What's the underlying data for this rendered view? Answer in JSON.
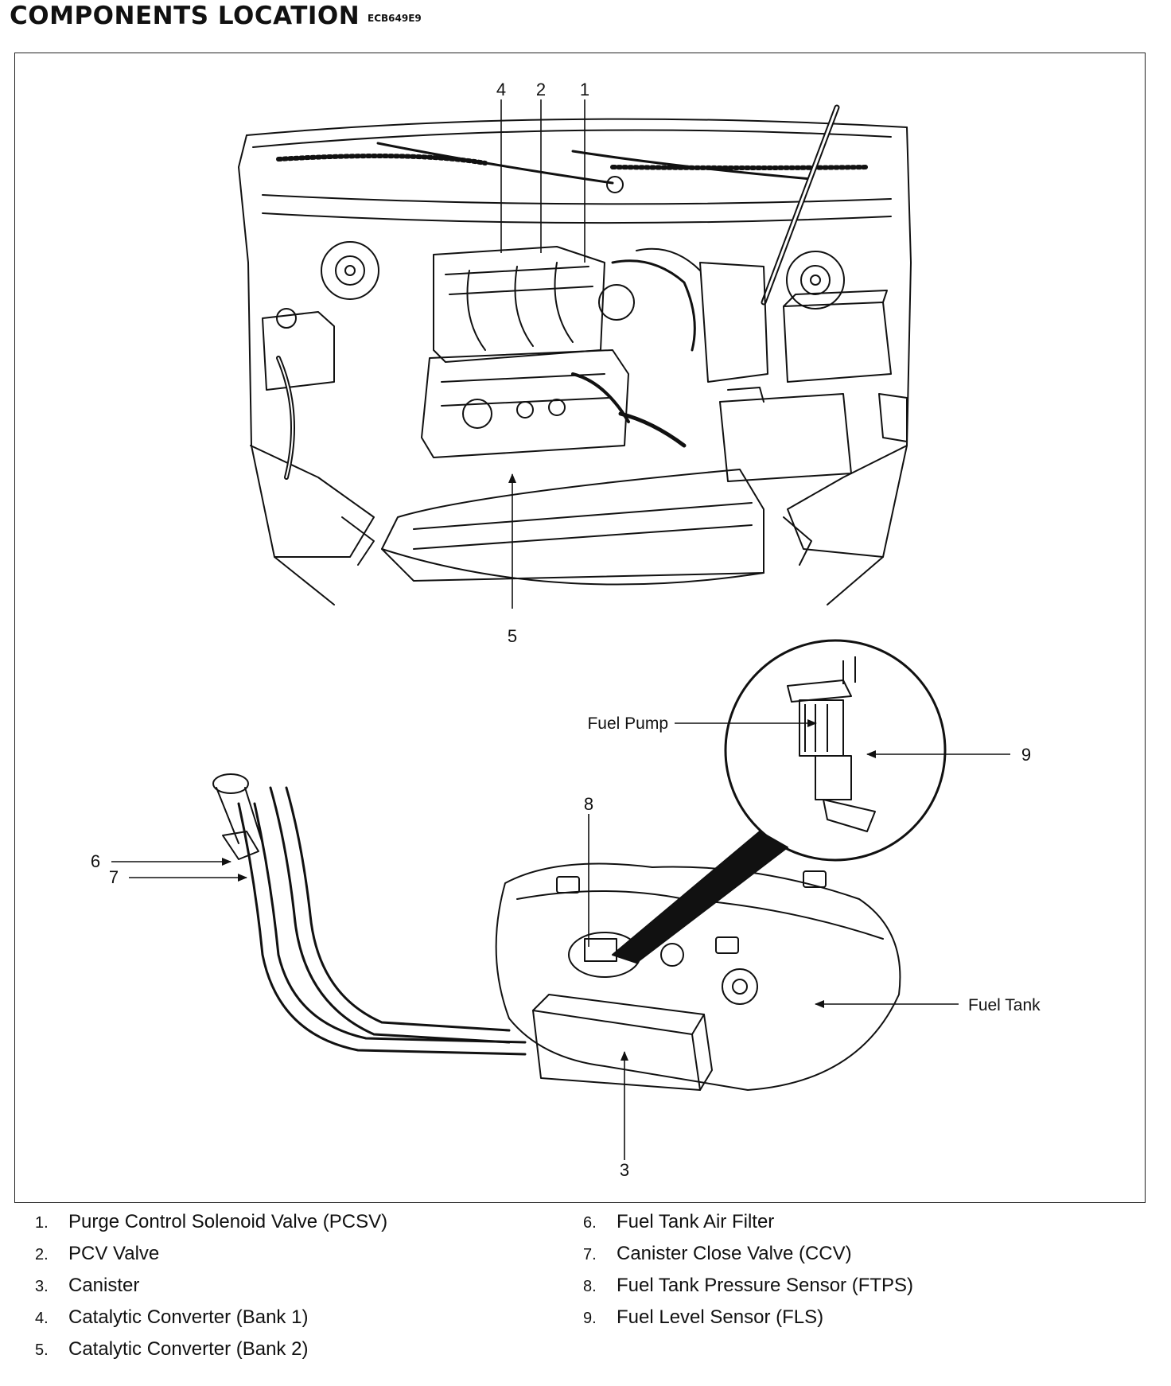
{
  "header": {
    "title": "COMPONENTS LOCATION",
    "code": "ECB649E9"
  },
  "callouts": {
    "c1": "1",
    "c2": "2",
    "c3": "3",
    "c4": "4",
    "c5": "5",
    "c6": "6",
    "c7": "7",
    "c8": "8",
    "c9": "9"
  },
  "labels": {
    "fuel_pump": "Fuel Pump",
    "fuel_tank": "Fuel Tank"
  },
  "legend": {
    "left": [
      {
        "num": "1.",
        "text": "Purge Control Solenoid Valve (PCSV)"
      },
      {
        "num": "2.",
        "text": "PCV Valve"
      },
      {
        "num": "3.",
        "text": "Canister"
      },
      {
        "num": "4.",
        "text": "Catalytic Converter (Bank 1)"
      },
      {
        "num": "5.",
        "text": "Catalytic Converter (Bank 2)"
      }
    ],
    "right": [
      {
        "num": "6.",
        "text": "Fuel Tank Air Filter"
      },
      {
        "num": "7.",
        "text": "Canister Close Valve (CCV)"
      },
      {
        "num": "8.",
        "text": "Fuel Tank Pressure Sensor (FTPS)"
      },
      {
        "num": "9.",
        "text": "Fuel Level Sensor (FLS)"
      }
    ]
  }
}
